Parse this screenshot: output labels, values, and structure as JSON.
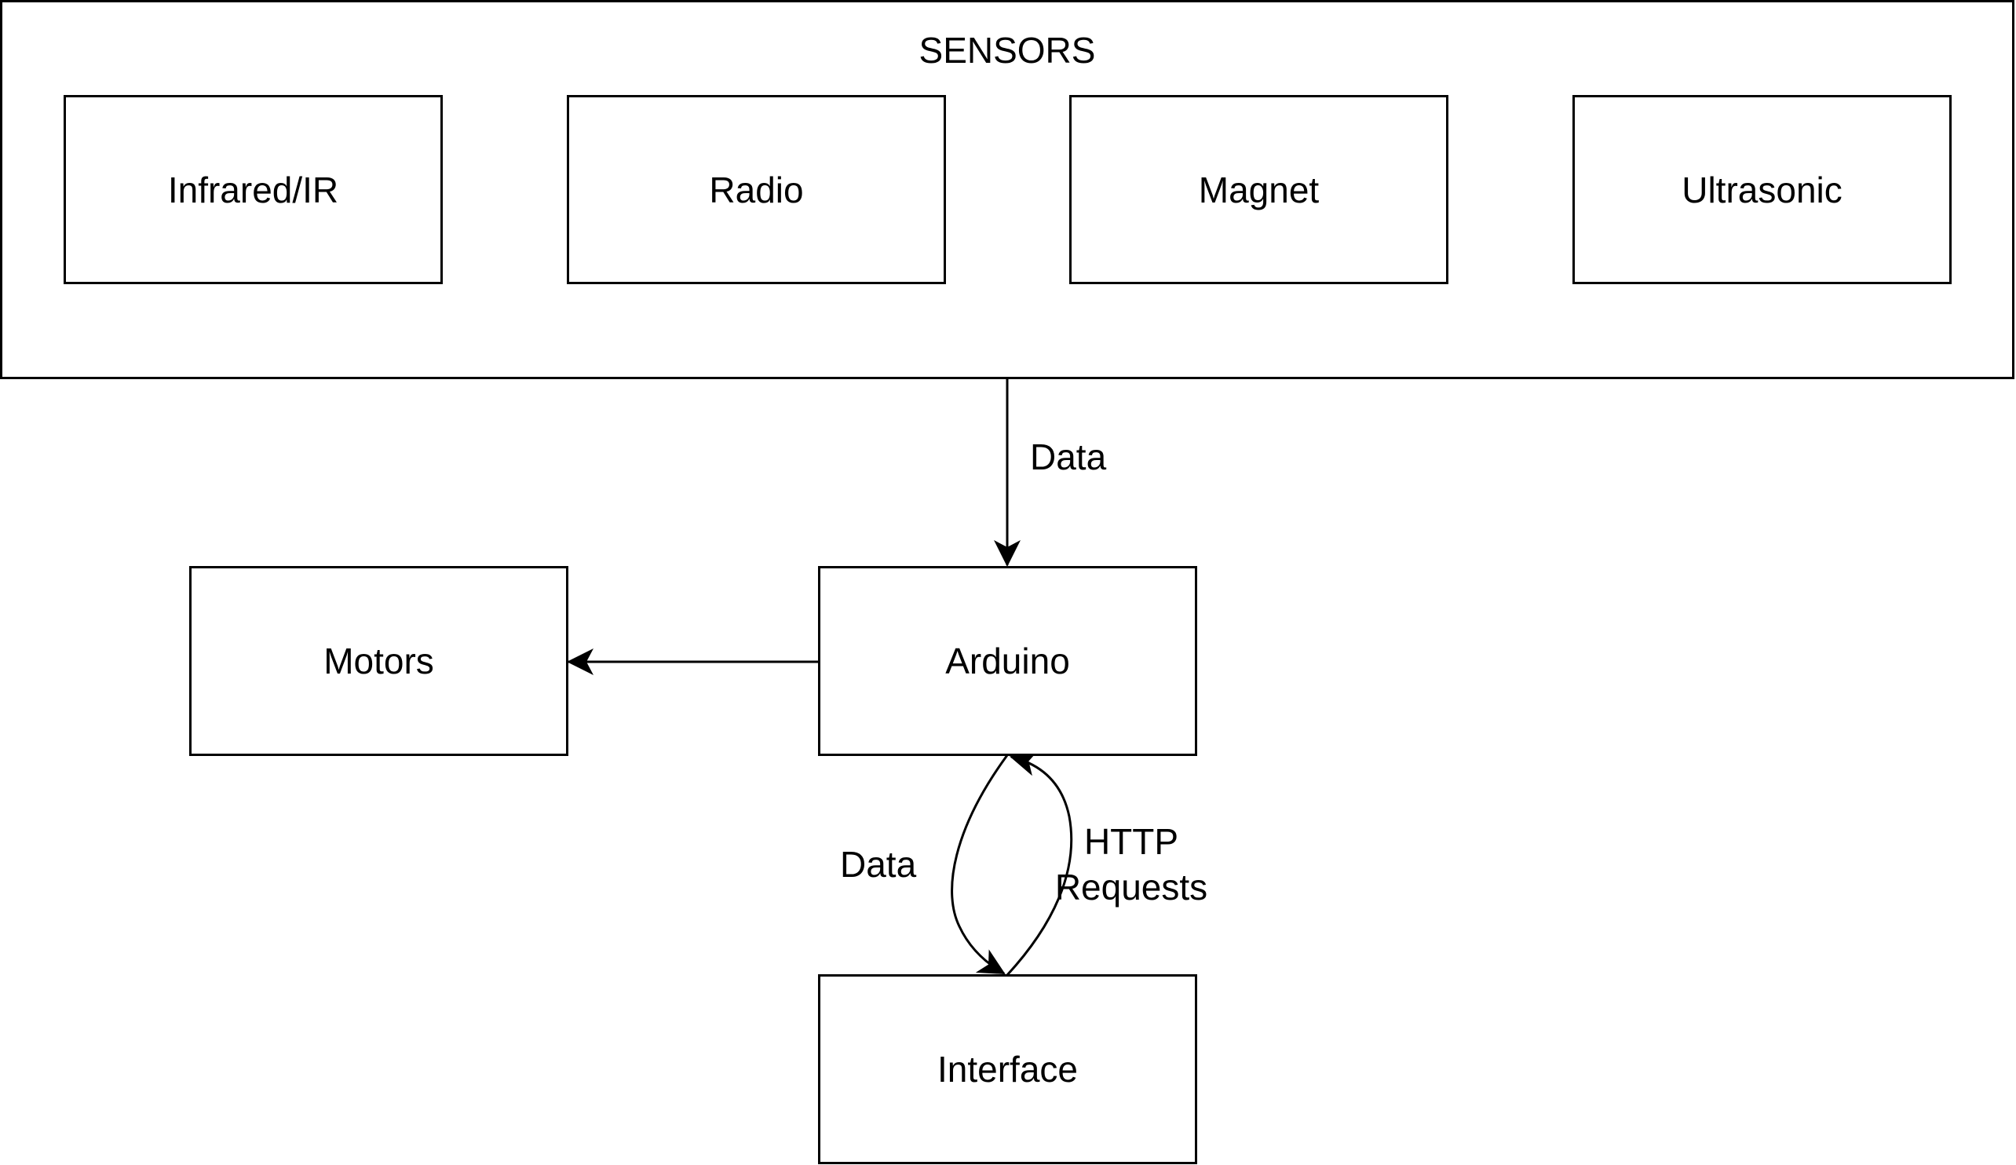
{
  "colors": {
    "stroke": "#000000",
    "background": "#ffffff"
  },
  "sensors": {
    "title": "SENSORS",
    "items": [
      {
        "label": "Infrared/IR"
      },
      {
        "label": "Radio"
      },
      {
        "label": "Magnet"
      },
      {
        "label": "Ultrasonic"
      }
    ]
  },
  "nodes": {
    "arduino": "Arduino",
    "motors": "Motors",
    "interface": "Interface"
  },
  "edges": {
    "sensors_to_arduino": "Data",
    "arduino_to_interface": "Data",
    "interface_to_arduino": "HTTP Requests"
  }
}
